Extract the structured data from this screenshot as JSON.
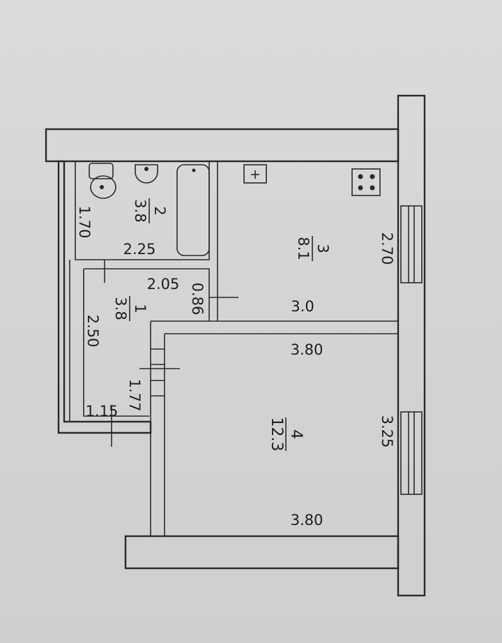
{
  "rooms": [
    {
      "number": "1",
      "area": "3.8"
    },
    {
      "number": "2",
      "area": "3.8"
    },
    {
      "number": "3",
      "area": "8.1"
    },
    {
      "number": "4",
      "area": "12.3"
    }
  ],
  "dimensions": {
    "bath_side": "1.70",
    "bath_width": "2.25",
    "hall_width": "2.05",
    "hall_depth": "0.86",
    "hall_side": "2.50",
    "hall_bottom": "1.15",
    "door_width": "1.77",
    "kitchen_width": "3.0",
    "kitchen_depth": "2.70",
    "room_top": "3.80",
    "room_bottom": "3.80",
    "room_depth": "3.25"
  }
}
